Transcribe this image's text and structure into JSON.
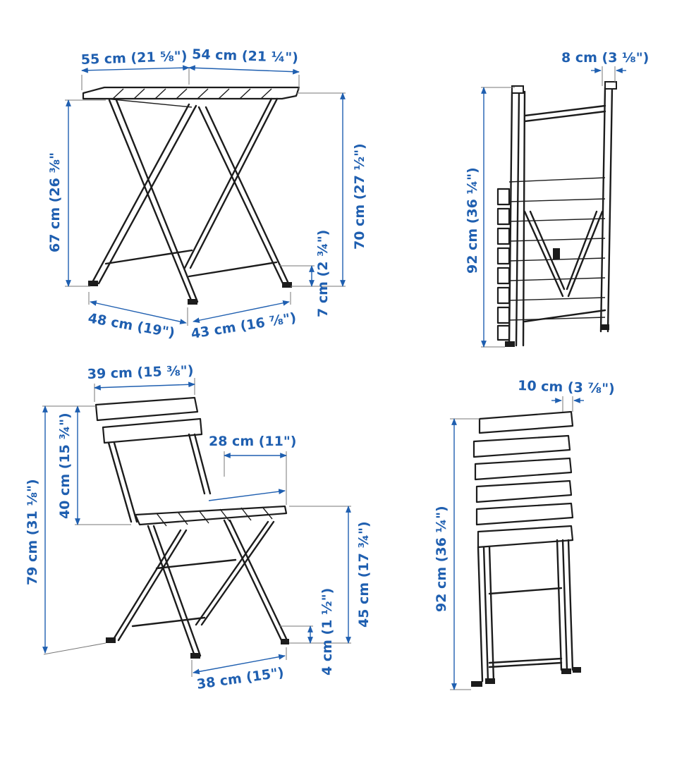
{
  "table_dims": {
    "top_width": "55 cm (21 ⅝\")",
    "top_depth": "54 cm (21 ¼\")",
    "leg_height": "67 cm (26 ⅜\"",
    "total_height": "70 cm (27 ½\")",
    "foot_height": "7 cm (2 ¾\")",
    "base_width": "48 cm (19\")",
    "base_depth": "43 cm (16 ⅞\")"
  },
  "folded_table_dims": {
    "thickness": "8 cm (3 ⅛\")",
    "height": "92 cm (36 ¼\")"
  },
  "chair_dims": {
    "back_width": "39 cm (15 ⅜\")",
    "seat_depth": "28 cm (11\")",
    "back_height": "40 cm (15 ¾\")",
    "total_height": "79 cm (31 ⅛\")",
    "seat_height": "45 cm (17 ¾\")",
    "foot_height": "4 cm (1 ½\")",
    "base_width": "38 cm (15\")"
  },
  "folded_chair_dims": {
    "thickness": "10 cm (3 ⅞\")",
    "height": "92 cm (36 ¼\")"
  },
  "colors": {
    "dimension": "#1f5fb0",
    "ink": "#1c1c1c",
    "background": "#ffffff"
  }
}
